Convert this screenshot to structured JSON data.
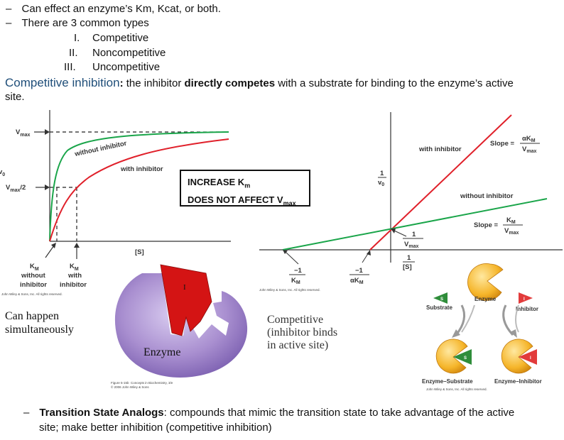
{
  "bullets_top": [
    {
      "dash": "–",
      "text": "Can effect an enzyme’s Km, Kcat, or both."
    },
    {
      "dash": "–",
      "text": "There are 3 common types"
    }
  ],
  "types": [
    {
      "num": "I.",
      "label": "Competitive"
    },
    {
      "num": "II.",
      "label": "Noncompetitive"
    },
    {
      "num": "III.",
      "label": "Uncompetitive"
    }
  ],
  "competitive": {
    "heading": "Competitive inhibition",
    "colon": ":",
    "pre": " the inhibitor ",
    "bold": "directly competes",
    "post": " with a substrate for binding to the enzyme’s active",
    "line2": "site.",
    "heading_color": "#1f4e79"
  },
  "mm_plot": {
    "vmax": "V",
    "vmax_sub": "max",
    "vhalf": "V",
    "vhalf_sub": "max",
    "vhalf_tail": "/2",
    "v0": "v",
    "v0_sub": "0",
    "without_inhibitor": "without inhibitor",
    "with_inhibitor": "with inhibitor",
    "s_axis": "[S]",
    "km_left_k": "K",
    "km_left_sub": "M",
    "km_left_line1": "without",
    "km_left_line2": "inhibitor",
    "km_right_k": "K",
    "km_right_sub": "M",
    "km_right_line1": "with",
    "km_right_line2": "inhibitor",
    "copyright": "John Wiley & Sons, Inc. All rights reserved.",
    "colors": {
      "without": "#1aa54a",
      "with": "#e0202a"
    }
  },
  "callout": {
    "line1_text": "INCREASE K",
    "line1_sub": "m",
    "line2_text": "DOES NOT AFFECT V",
    "line2_sub": "max"
  },
  "lb_plot": {
    "y_num": "1",
    "y_den": "v",
    "y_den_sub": "0",
    "x_num": "1",
    "x_den": "[S]",
    "with_inhibitor": "with inhibitor",
    "without_inhibitor": "without inhibitor",
    "slope_with_label": "Slope =",
    "slope_with_num": "αK",
    "slope_with_num_sub": "M",
    "slope_with_den": "V",
    "slope_with_den_sub": "max",
    "slope_without_label": "Slope =",
    "slope_without_num": "K",
    "slope_without_num_sub": "M",
    "slope_without_den": "V",
    "slope_without_den_sub": "max",
    "yint_num": "1",
    "yint_den": "V",
    "yint_den_sub": "max",
    "xint1_num": "−1",
    "xint1_den": "K",
    "xint1_den_sub": "M",
    "xint2_num": "−1",
    "xint2_den": "αK",
    "xint2_den_sub": "M",
    "copyright": "John Wiley & Sons, Inc. All rights reserved.",
    "colors": {
      "without": "#1aa54a",
      "with": "#e0202a"
    }
  },
  "enzyme_figure": {
    "inhibitor_label": "I",
    "enzyme_label": "Enzyme",
    "caption1": "Figure 5-15b  Concepts in Biochemistry, 3/e",
    "caption2": "© 2006 John Wiley & Sons",
    "colors": {
      "enzyme": "#a98fd0",
      "inhibitor": "#d41414"
    }
  },
  "notes": {
    "simultaneous_line1": "Can happen",
    "simultaneous_line2": "simultaneously",
    "competitive_line1": "Competitive",
    "competitive_line2": "(inhibitor binds",
    "competitive_line3": "in active site)"
  },
  "schematic": {
    "enzyme": "Enzyme",
    "substrate": "Substrate",
    "inhibitor": "Inhibitor",
    "s": "S",
    "i": "I",
    "enzyme_substrate": "Enzyme–Substrate",
    "enzyme_inhibitor": "Enzyme–Inhibitor",
    "copyright": "John Wiley & Sons, Inc. All rights reserved.",
    "colors": {
      "enzyme": "#f5b52a",
      "substrate": "#2f8d3a",
      "inhibitor": "#e23b3b"
    }
  },
  "bottom": {
    "dash": "–",
    "bold": "Transition State Analogs",
    "text": ": compounds that mimic the transition state to take advantage of the active",
    "line2": "site; make better inhibition (competitive inhibition)"
  }
}
